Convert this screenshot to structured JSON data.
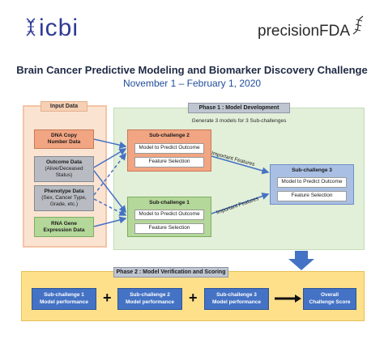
{
  "logos": {
    "icbi": "icbi",
    "precisionfda": "precisionFDA"
  },
  "title": "Brain Cancer Predictive Modeling and Biomarker Discovery Challenge",
  "subtitle": "November 1 – February 1, 2020",
  "input_data": {
    "header": "Input Data",
    "items": [
      {
        "line1": "DNA Copy",
        "line2": "Number Data"
      },
      {
        "line1": "Outcome Data",
        "line2": "(Alive/Deceased",
        "line3": "Status)"
      },
      {
        "line1": "Phenotype Data",
        "line2": "(Sex, Cancer Type,",
        "line3": "Grade, etc.)"
      },
      {
        "line1": "RNA Gene",
        "line2": "Expression Data"
      }
    ]
  },
  "phase1": {
    "header": "Phase 1 : Model Development",
    "note": "Generate 3 models for 3 Sub-challenges",
    "subchallenge2": {
      "title": "Sub-challenge 2",
      "item1": "Model to Predict Outcome",
      "item2": "Feature Selection"
    },
    "subchallenge1": {
      "title": "Sub-challenge 1",
      "item1": "Model to Predict Outcome",
      "item2": "Feature Selection"
    },
    "subchallenge3": {
      "title": "Sub-challenge 3",
      "item1": "Model to Predict Outcome",
      "item2": "Feature Selection"
    },
    "important_features_top": "Important Features",
    "important_features_bottom": "Important Features"
  },
  "phase2": {
    "header": "Phase 2 : Model Verification and Scoring",
    "boxes": [
      {
        "line1": "Sub-challenge 1",
        "line2": "Model performance"
      },
      {
        "line1": "Sub-challenge 2",
        "line2": "Model performance"
      },
      {
        "line1": "Sub-challenge 3",
        "line2": "Model performance"
      },
      {
        "line1": "Overall",
        "line2": "Challenge Score"
      }
    ],
    "plus1": "+",
    "plus2": "+"
  },
  "colors": {
    "input_panel": "#fbe3d2",
    "phase1_panel": "#e2efd9",
    "phase2_panel": "#ffe08a",
    "orange": "#f2a582",
    "green": "#b4d79a",
    "grey": "#b8bcc2",
    "blue": "#a9bfe3",
    "arrow_blue": "#4472c4",
    "dark_blue": "#2f3a97"
  }
}
